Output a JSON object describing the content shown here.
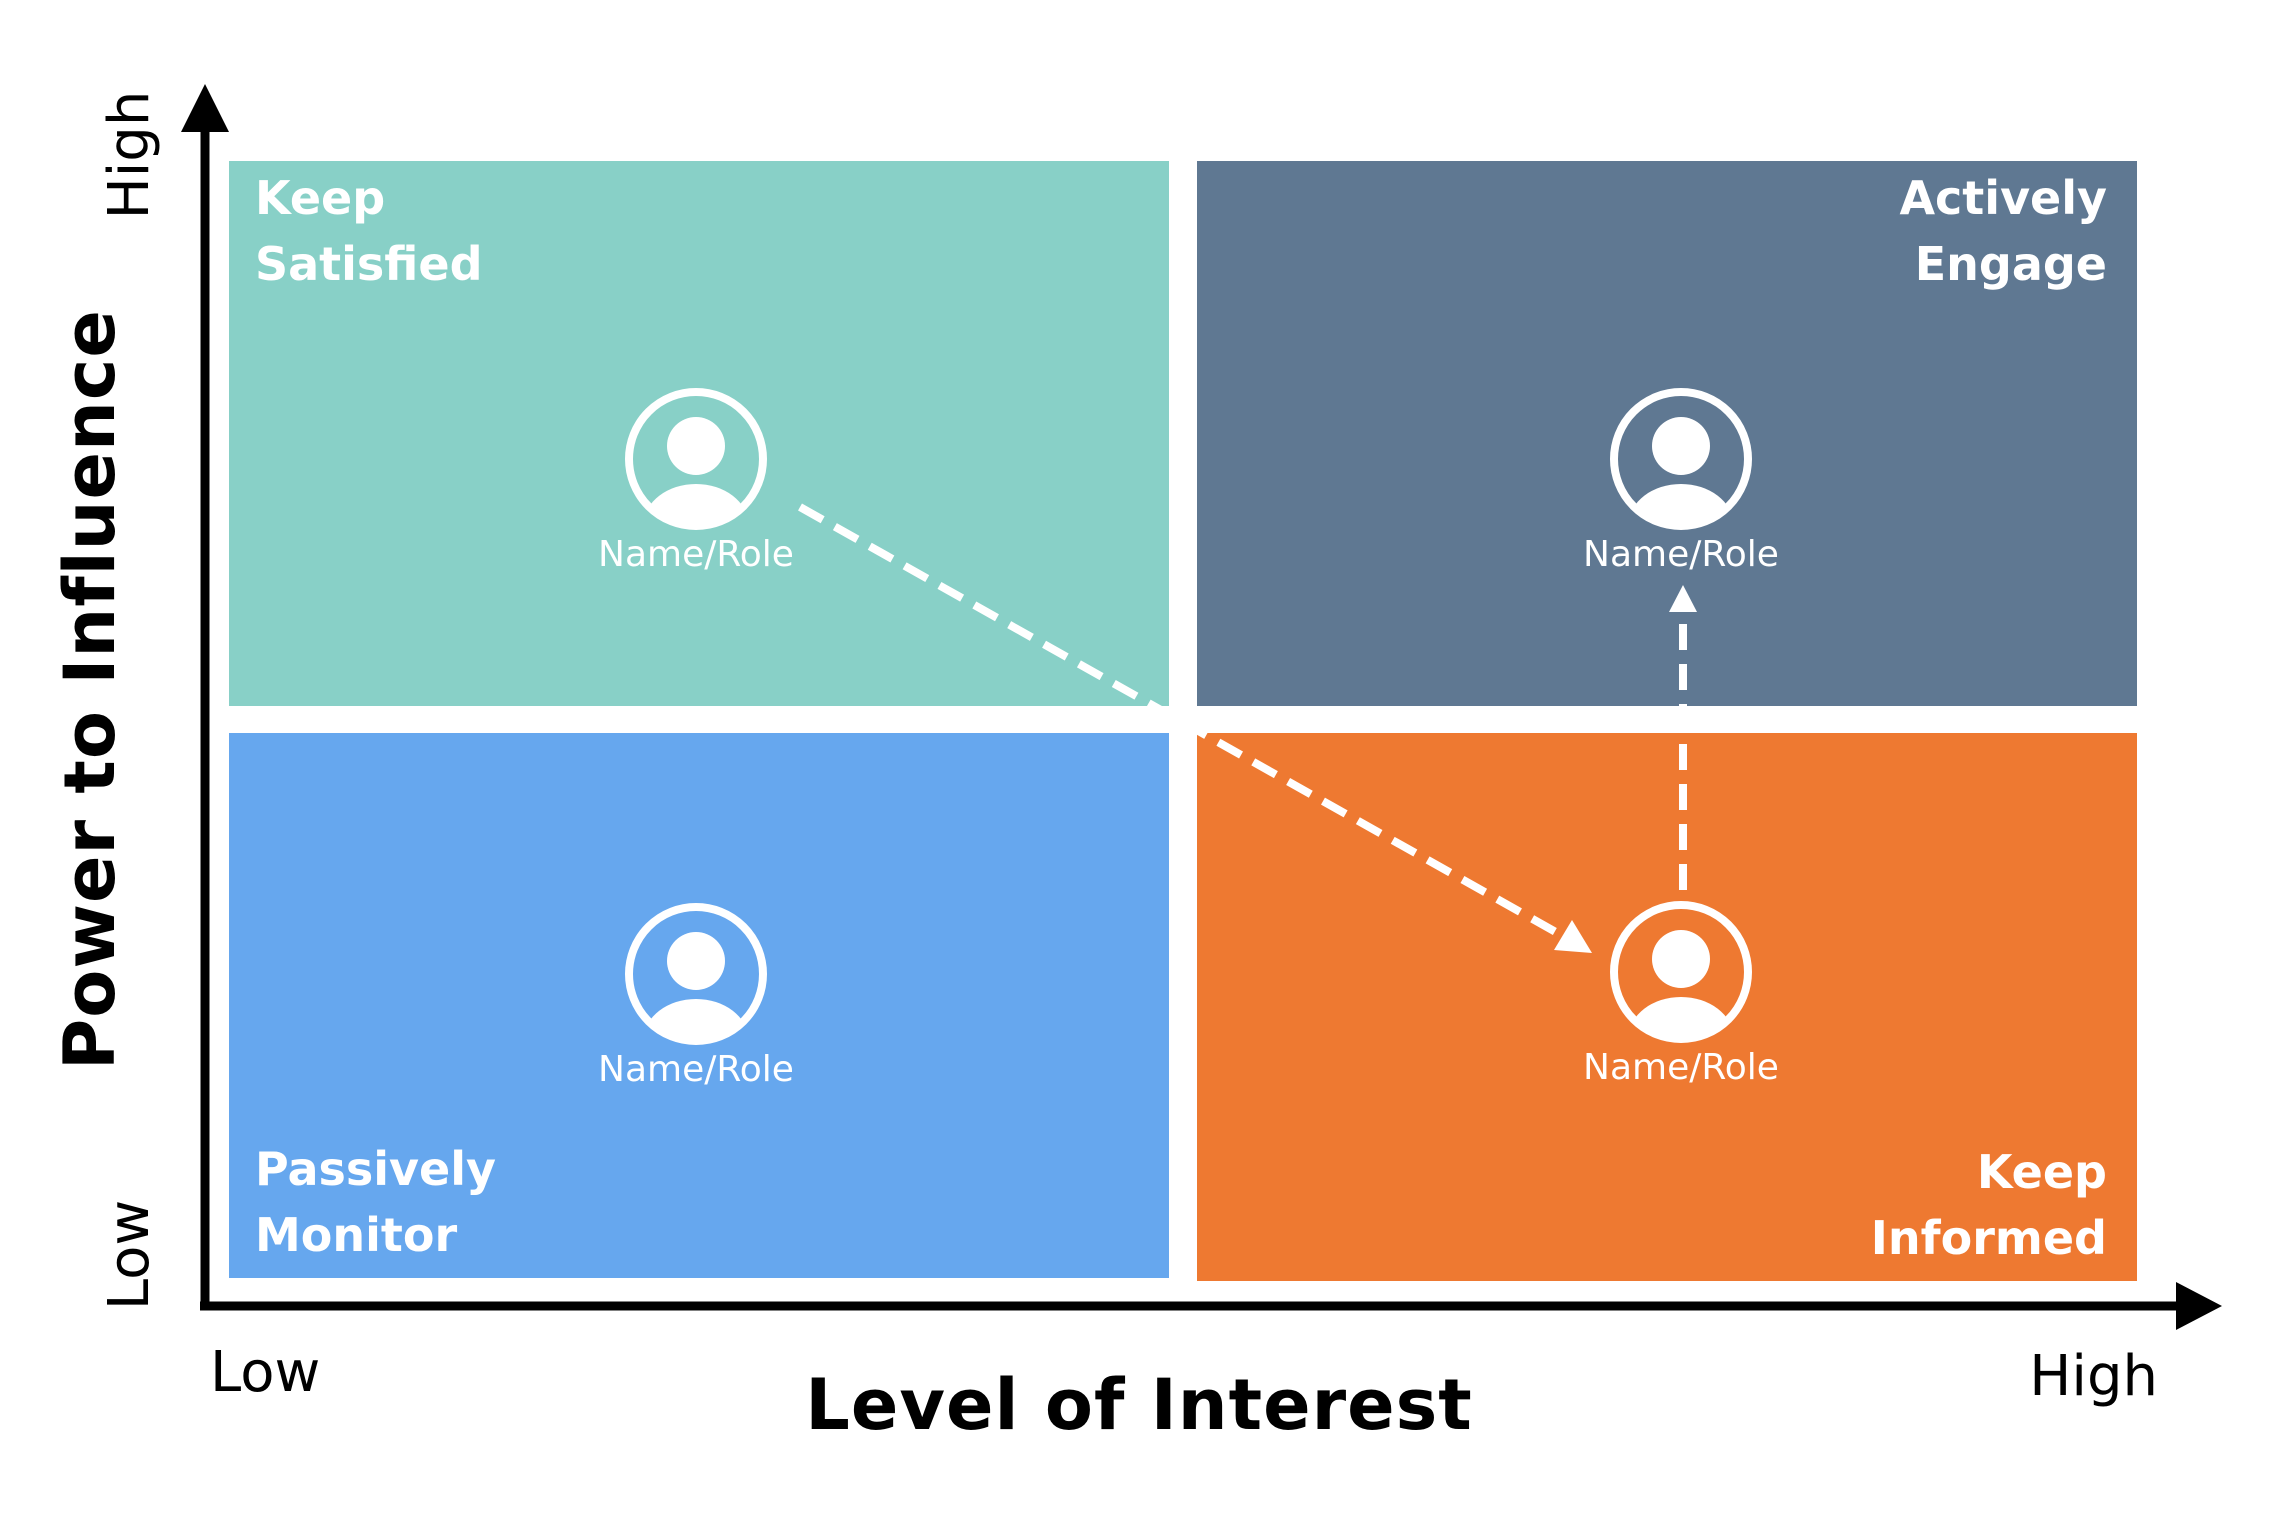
{
  "x_axis": {
    "low": "Low",
    "high": "High",
    "title": "Level of Interest"
  },
  "y_axis": {
    "low": "Low",
    "high": "High",
    "title": "Power to Influence"
  },
  "quadrants": {
    "keep_satisfied": {
      "line1": "Keep",
      "line2": "Satisfied",
      "color": "#88d0c7",
      "person": "Name/Role"
    },
    "actively_engage": {
      "line1": "Actively",
      "line2": "Engage",
      "color": "#5f7892",
      "person": "Name/Role"
    },
    "passively_monitor": {
      "line1": "Passively",
      "line2": "Monitor",
      "color": "#66a7ee",
      "person": "Name/Role"
    },
    "keep_informed": {
      "line1": "Keep",
      "line2": "Informed",
      "color": "#ee7931",
      "person": "Name/Role"
    }
  },
  "icons": {
    "avatar": "person-circle-icon",
    "arrow": "dashed-arrow-icon"
  }
}
